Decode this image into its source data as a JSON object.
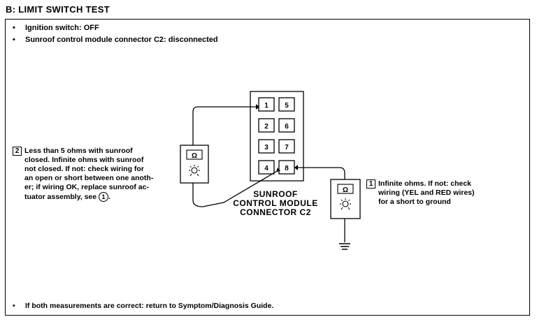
{
  "title": "B: LIMIT SWITCH TEST",
  "conditions": [
    "Ignition switch: OFF",
    "Sunroof control module connector C2: disconnected"
  ],
  "connector": {
    "label_lines": [
      "SUNROOF",
      "CONTROL MODULE",
      "CONNECTOR C2"
    ],
    "pins": [
      "1",
      "5",
      "2",
      "6",
      "3",
      "7",
      "4",
      "8"
    ]
  },
  "meter_symbol": "Ω",
  "note_2": {
    "number": "2",
    "lines": [
      "Less than 5 ohms with sunroof",
      "closed. Infinite ohms with sunroof",
      "not closed. If not: check wiring for",
      "an open or short between one anoth-",
      "er; if wiring OK, replace sunroof ac-",
      "tuator assembly, see"
    ],
    "ref": "1"
  },
  "note_1": {
    "number": "1",
    "lines": [
      "Infinite ohms. If not: check",
      "wiring (YEL and RED wires)",
      "for a short to ground"
    ]
  },
  "footer": "If both measurements are correct: return to Symptom/Diagnosis Guide."
}
